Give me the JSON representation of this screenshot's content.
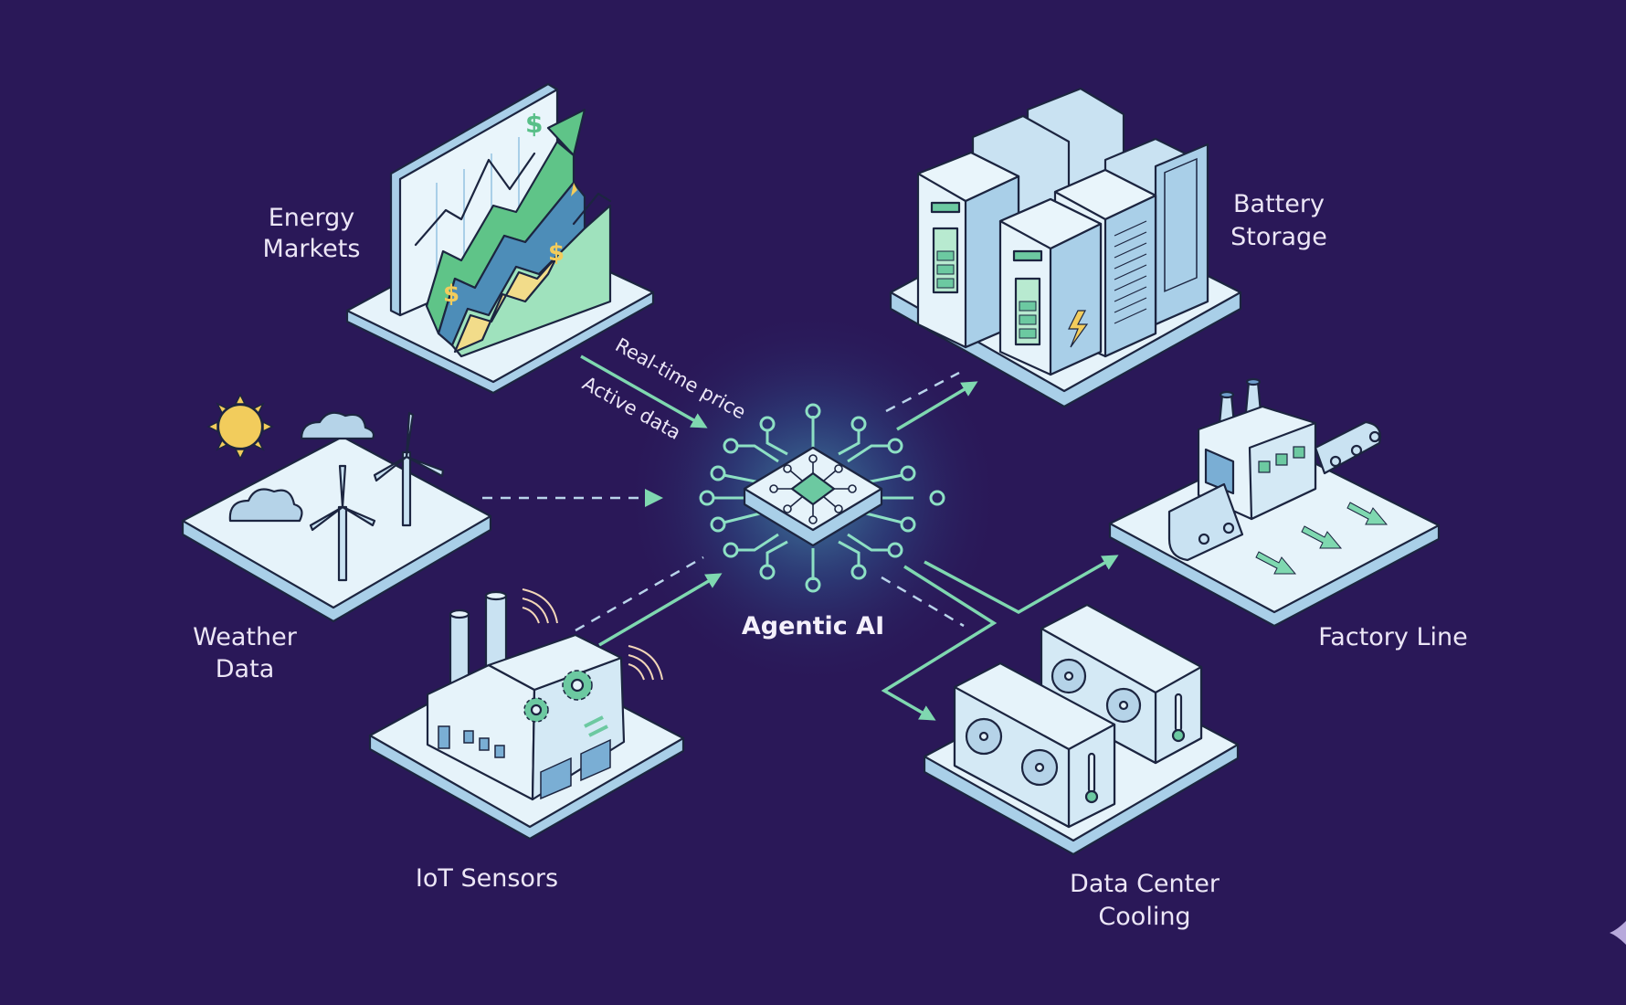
{
  "diagram": {
    "center": {
      "label": "Agentic AI",
      "icon": "ai-chip-icon"
    },
    "nodes": [
      {
        "id": "energy-markets",
        "label_lines": [
          "Energy",
          "Markets"
        ],
        "icon": "market-chart-icon"
      },
      {
        "id": "weather-data",
        "label_lines": [
          "Weather",
          "Data"
        ],
        "icon": "wind-turbine-icon"
      },
      {
        "id": "iot-sensors",
        "label_lines": [
          "IoT Sensors"
        ],
        "icon": "factory-sensor-icon"
      },
      {
        "id": "battery-storage",
        "label_lines": [
          "Battery",
          "Storage"
        ],
        "icon": "battery-rack-icon"
      },
      {
        "id": "factory-line",
        "label_lines": [
          "Factory Line"
        ],
        "icon": "conveyor-icon"
      },
      {
        "id": "data-center-cooling",
        "label_lines": [
          "Data Center",
          "Cooling"
        ],
        "icon": "cooling-fan-icon"
      }
    ],
    "flow_labels": {
      "real_time_price": "Real-time price",
      "active_data": "Active data"
    },
    "edges": [
      {
        "from": "energy-markets",
        "to": "agentic-ai",
        "style": "solid",
        "label": "Real-time price"
      },
      {
        "from": "weather-data",
        "to": "agentic-ai",
        "style": "dashed"
      },
      {
        "from": "iot-sensors",
        "to": "agentic-ai",
        "style": "solid+dashed"
      },
      {
        "from": "agentic-ai",
        "to": "battery-storage",
        "style": "solid+dashed"
      },
      {
        "from": "agentic-ai",
        "to": "factory-line",
        "style": "solid"
      },
      {
        "from": "agentic-ai",
        "to": "data-center-cooling",
        "style": "solid+dashed"
      }
    ],
    "colors": {
      "background": "#2a1858",
      "accent_green": "#7fd8b0",
      "tile_light": "#e6f3fa",
      "tile_side": "#a9cfe8",
      "sun_yellow": "#f2cc5c",
      "label_text": "#ece6f6"
    }
  }
}
